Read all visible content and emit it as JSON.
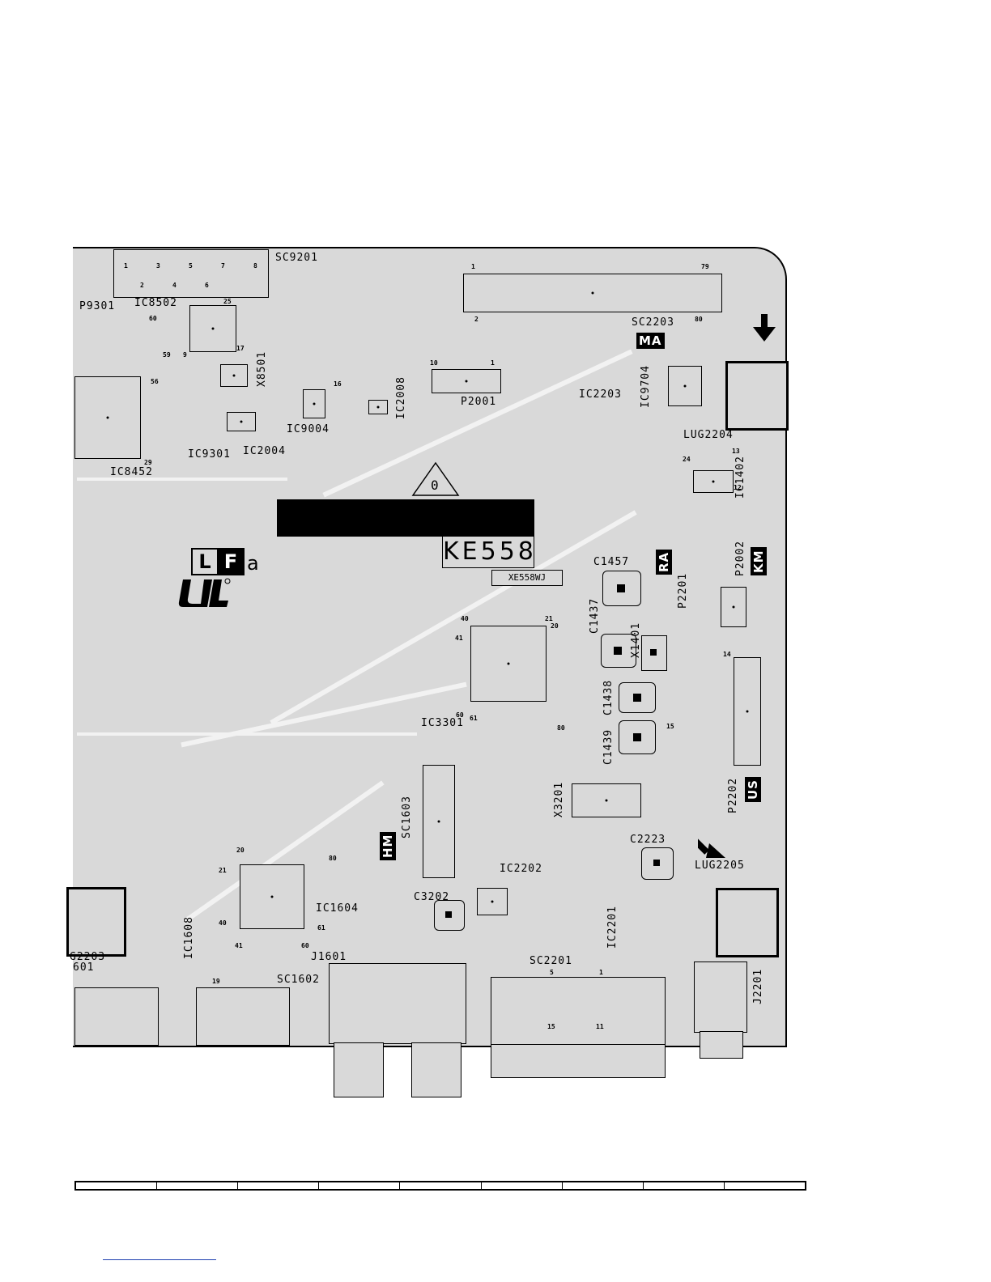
{
  "board": {
    "main_marking": "KE558",
    "sub_marking": "XE558WJ",
    "warning_symbol": "0",
    "logo_lf": [
      "L",
      "F"
    ],
    "logo_lf_suffix": "a"
  },
  "tags": [
    "MA",
    "RA",
    "KM",
    "US",
    "HM"
  ],
  "components": [
    "SC9201",
    "P9301",
    "IC8502",
    "X8501",
    "IC9004",
    "IC2008",
    "P2001",
    "IC2203",
    "SC2203",
    "IC9704",
    "LUG2204",
    "IC8452",
    "IC9301",
    "IC2004",
    "IC1402",
    "P2002",
    "P2201",
    "C1457",
    "C1437",
    "X1401",
    "C1438",
    "C1439",
    "IC3301",
    "X3201",
    "P2202",
    "SC1603",
    "C2223",
    "LUG2205",
    "IC2202",
    "C3202",
    "IC1604",
    "IC1608",
    "IC2201",
    "J1601",
    "SC1602",
    "SC2201",
    "J2201",
    "G2203",
    "601"
  ],
  "pin_numbers": {
    "sc9201_top": [
      "1",
      "3",
      "5",
      "7",
      "8"
    ],
    "sc9201_bottom": [
      "2",
      "4",
      "6"
    ],
    "misc": [
      "79",
      "80",
      "2",
      "1",
      "25",
      "60",
      "59",
      "9",
      "17",
      "56",
      "29",
      "16",
      "10",
      "1",
      "13",
      "24",
      "12",
      "40",
      "41",
      "21",
      "20",
      "60",
      "61",
      "80",
      "14",
      "15",
      "21",
      "20",
      "80",
      "40",
      "61",
      "41",
      "60",
      "19",
      "5",
      "1",
      "15",
      "11"
    ]
  }
}
